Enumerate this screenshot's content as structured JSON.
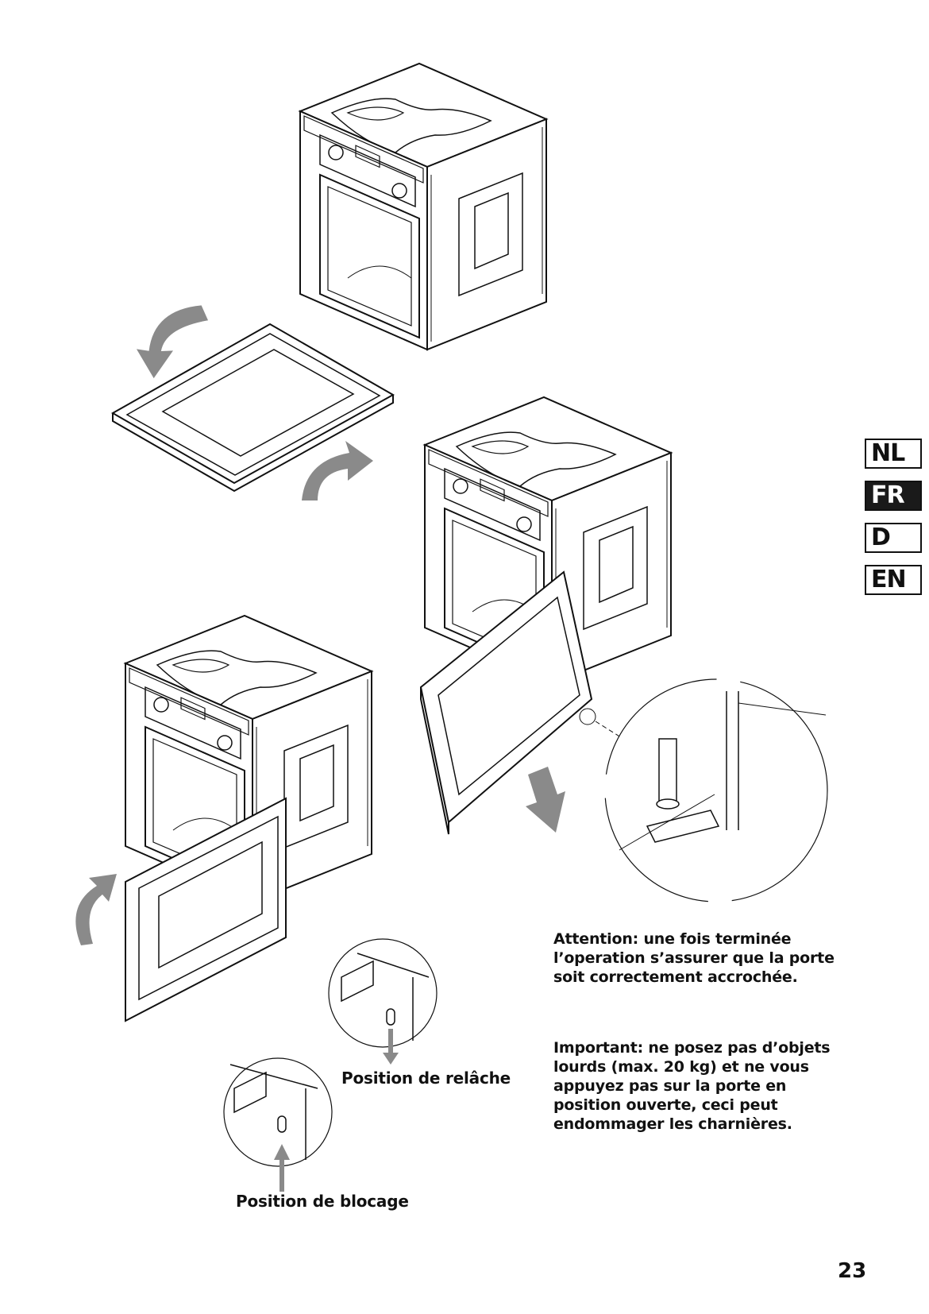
{
  "language_tabs": [
    {
      "label": "NL",
      "active": false
    },
    {
      "label": "FR",
      "active": true
    },
    {
      "label": "D",
      "active": false
    },
    {
      "label": "EN",
      "active": false
    }
  ],
  "attention_lines": [
    "Attention: une fois terminée",
    "l’operation s’assurer que la porte",
    "soit correctement accrochée."
  ],
  "important_lines": [
    "Important: ne posez pas d’objets",
    "lourds (max. 20 kg) et ne vous",
    "appuyez pas sur la porte en",
    "position ouverte, ceci peut",
    "endommager les charnières."
  ],
  "captions": {
    "release": "Position de relâche",
    "lock": "Position de blocage"
  },
  "page_number": "23",
  "colors": {
    "ink": "#111111",
    "arrow": "#8a8a8a",
    "active_tab": "#1a1a1a"
  }
}
